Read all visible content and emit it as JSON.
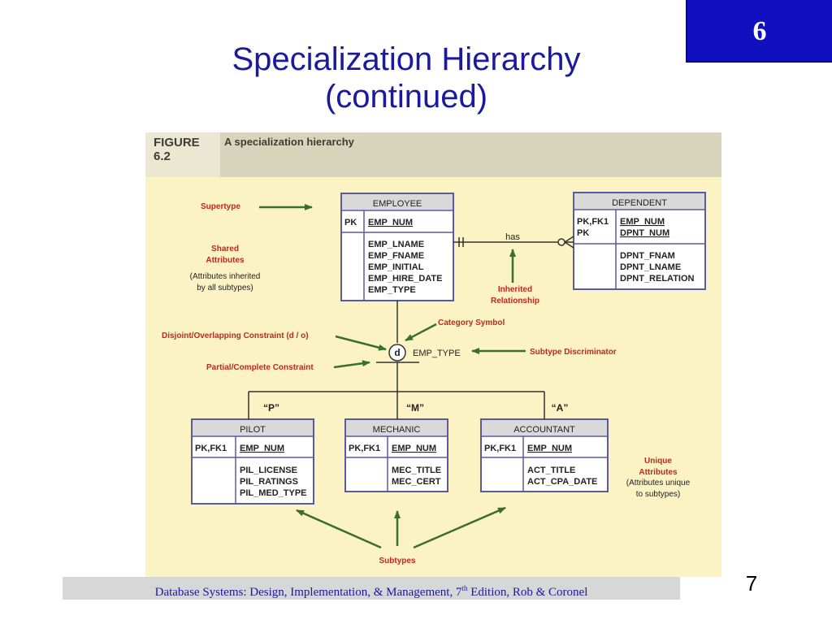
{
  "slide": {
    "title_line1": "Specialization Hierarchy",
    "title_line2": "(continued)",
    "chapter": "6",
    "page_number": "7",
    "footer_pre": "Database Systems: Design, Implementation, & Management, 7",
    "footer_sup": "th",
    "footer_post": " Edition, Rob & Coronel"
  },
  "figure": {
    "label_line1": "FIGURE",
    "label_line2": "6.2",
    "caption": "A specialization hierarchy"
  },
  "entities": {
    "employee": {
      "name": "EMPLOYEE",
      "keys": [
        "PK"
      ],
      "key_attrs": [
        "EMP_NUM"
      ],
      "attrs": [
        "EMP_LNAME",
        "EMP_FNAME",
        "EMP_INITIAL",
        "EMP_HIRE_DATE",
        "EMP_TYPE"
      ]
    },
    "dependent": {
      "name": "DEPENDENT",
      "keys": [
        "PK,FK1",
        "PK"
      ],
      "key_attrs": [
        "EMP_NUM",
        "DPNT_NUM"
      ],
      "attrs": [
        "DPNT_FNAM",
        "DPNT_LNAME",
        "DPNT_RELATION"
      ]
    },
    "pilot": {
      "name": "PILOT",
      "keys": [
        "PK,FK1"
      ],
      "key_attrs": [
        "EMP_NUM"
      ],
      "attrs": [
        "PIL_LICENSE",
        "PIL_RATINGS",
        "PIL_MED_TYPE"
      ]
    },
    "mechanic": {
      "name": "MECHANIC",
      "keys": [
        "PK,FK1"
      ],
      "key_attrs": [
        "EMP_NUM"
      ],
      "attrs": [
        "MEC_TITLE",
        "MEC_CERT"
      ]
    },
    "accountant": {
      "name": "ACCOUNTANT",
      "keys": [
        "PK,FK1"
      ],
      "key_attrs": [
        "EMP_NUM"
      ],
      "attrs": [
        "ACT_TITLE",
        "ACT_CPA_DATE"
      ]
    }
  },
  "relationship": {
    "label": "has"
  },
  "category": {
    "symbol": "d",
    "discriminator": "EMP_TYPE"
  },
  "discriminator_values": {
    "pilot": "“P”",
    "mechanic": "“M”",
    "accountant": "“A”"
  },
  "annotations": {
    "supertype": "Supertype",
    "shared_1": "Shared",
    "shared_2": "Attributes",
    "shared_3": "(Attributes inherited",
    "shared_4": "by all subtypes)",
    "inherited_1": "Inherited",
    "inherited_2": "Relationship",
    "category_symbol": "Category Symbol",
    "disjoint": "Disjoint/Overlapping Constraint (d / o)",
    "subtype_discriminator": "Subtype Discriminator",
    "partial_complete": "Partial/Complete Constraint",
    "unique_1": "Unique",
    "unique_2": "Attributes",
    "unique_3": "(Attributes unique",
    "unique_4": "to subtypes)",
    "subtypes": "Subtypes"
  },
  "colors": {
    "title": "#1a1aa0",
    "annotation": "#c0281c",
    "arrow": "#3a6e2a",
    "entity_border": "#5a5aa0",
    "entity_header": "#d9d9d9",
    "figure_bg": "#fbf3c4"
  }
}
